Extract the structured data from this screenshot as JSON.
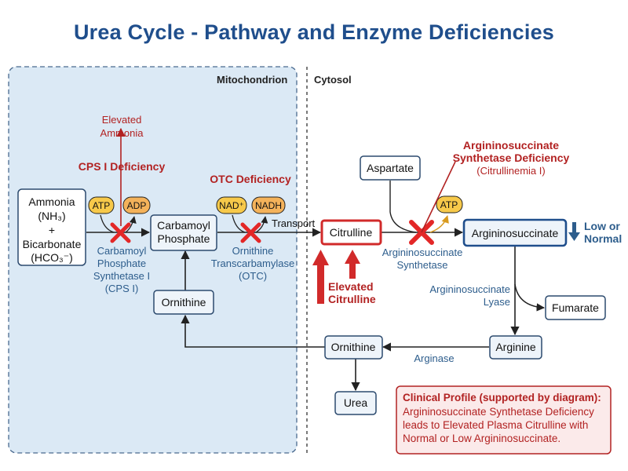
{
  "title": "Urea Cycle - Pathway and Enzyme Deficiencies",
  "compartments": {
    "mitochondrion": "Mitochondrion",
    "cytosol": "Cytosol"
  },
  "nodes": {
    "ammonia": [
      "Ammonia",
      "(NH₃)",
      "+",
      "Bicarbonate",
      "(HCO₃⁻)"
    ],
    "carbamoyl_phosphate": [
      "Carbamoyl",
      "Phosphate"
    ],
    "ornithine_mito": "Ornithine",
    "citrulline": "Citrulline",
    "aspartate": "Aspartate",
    "argininosuccinate": "Argininosuccinate",
    "fumarate": "Fumarate",
    "arginine": "Arginine",
    "ornithine_cyto": "Ornithine",
    "urea": "Urea"
  },
  "cofactors": {
    "atp1": "ATP",
    "adp": "ADP",
    "nad": "NAD⁺",
    "nadh": "NADH",
    "atp2": "ATP"
  },
  "enzymes": {
    "cps1": [
      "Carbamoyl",
      "Phosphate",
      "Synthetase I",
      "(CPS I)"
    ],
    "otc": [
      "Ornithine",
      "Transcarbamylase",
      "(OTC)"
    ],
    "ass": [
      "Argininosuccinate",
      "Synthetase"
    ],
    "asl": [
      "Argininosuccinate",
      "Lyase"
    ],
    "arginase": "Arginase"
  },
  "labels": {
    "transport": "Transport",
    "elevated_ammonia": [
      "Elevated",
      "Ammonia"
    ],
    "cps_deficiency": "CPS I Deficiency",
    "otc_deficiency": "OTC Deficiency",
    "ass_deficiency": [
      "Argininosuccinate",
      "Synthetase Deficiency"
    ],
    "citrullinemia": "(Citrullinemia I)",
    "elevated_citrulline": [
      "Elevated",
      "Citrulline"
    ],
    "low_normal": [
      "Low or",
      "Normal"
    ]
  },
  "clinical_profile": {
    "heading": "Clinical Profile (supported by diagram):",
    "lines": [
      "Argininosuccinate Synthetase Deficiency",
      "leads to Elevated Plasma Citrulline with",
      "Normal or Low Argininosuccinate."
    ]
  },
  "colors": {
    "title": "#1f4e8c",
    "node_border": "#2c4a6e",
    "enzyme_text": "#2d5d8c",
    "deficiency": "#b22222",
    "block_x": "#e32727",
    "cofactor_fill": "#f7c94a",
    "mito_fill": "#dbe9f5",
    "clinical_fill": "#fbeaea"
  }
}
